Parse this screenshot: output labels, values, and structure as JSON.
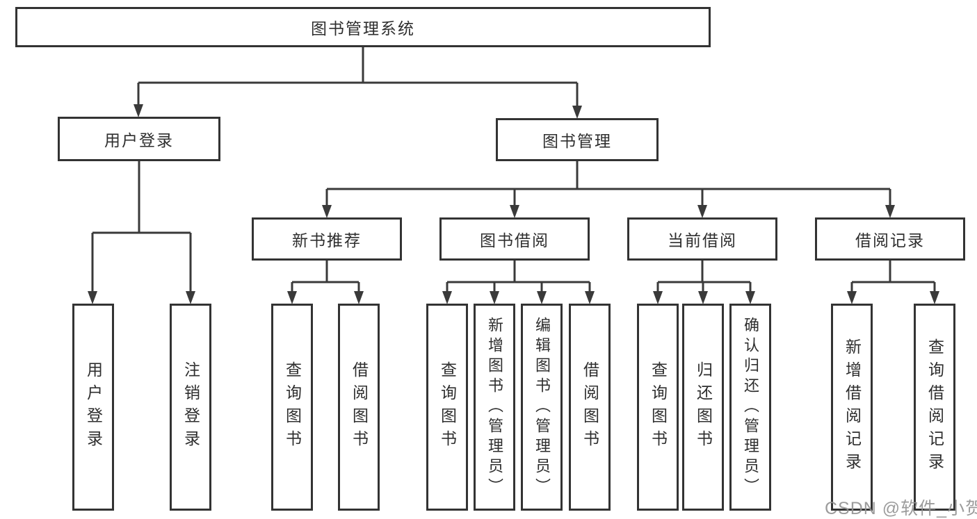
{
  "root": {
    "label": "图书管理系统"
  },
  "level2": [
    {
      "label": "用户登录"
    },
    {
      "label": "图书管理"
    }
  ],
  "level3": [
    {
      "label": "新书推荐"
    },
    {
      "label": "图书借阅"
    },
    {
      "label": "当前借阅"
    },
    {
      "label": "借阅记录"
    }
  ],
  "leaves": [
    {
      "label": "用户登录",
      "parent": "用户登录"
    },
    {
      "label": "注销登录",
      "parent": "用户登录"
    },
    {
      "label": "查询图书",
      "parent": "新书推荐"
    },
    {
      "label": "借阅图书",
      "parent": "新书推荐"
    },
    {
      "label": "查询图书",
      "parent": "图书借阅"
    },
    {
      "label": "新增图书（管理员）",
      "parent": "图书借阅"
    },
    {
      "label": "编辑图书（管理员）",
      "parent": "图书借阅"
    },
    {
      "label": "借阅图书",
      "parent": "图书借阅"
    },
    {
      "label": "查询图书",
      "parent": "当前借阅"
    },
    {
      "label": "归还图书",
      "parent": "当前借阅"
    },
    {
      "label": "确认归还（管理员）",
      "parent": "当前借阅"
    },
    {
      "label": "新增借阅记录",
      "parent": "借阅记录"
    },
    {
      "label": "查询借阅记录",
      "parent": "借阅记录"
    }
  ],
  "watermark": "CSDN @软件_小贺同学",
  "colors": {
    "line": "#3a3a3a",
    "border": "#333333",
    "text": "#2e2e2e",
    "watermark": "#949494",
    "background": "#ffffff"
  }
}
